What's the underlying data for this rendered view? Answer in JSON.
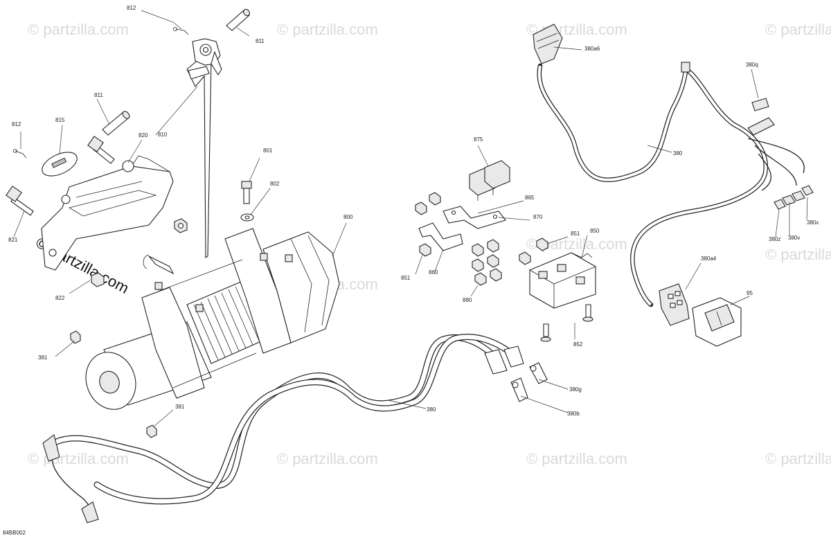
{
  "watermark": {
    "text": "© Partzilla.com",
    "text_lower": "© partzilla.com"
  },
  "diagram_code": "84BB002",
  "callouts": {
    "c812a": "812",
    "c811a": "811",
    "c811b": "811",
    "c815": "815",
    "c812b": "812",
    "c820": "820",
    "c810": "810",
    "c821": "821",
    "c822": "822",
    "c801": "801",
    "c802": "802",
    "c800": "800",
    "c381a": "381",
    "c381b": "381",
    "c875": "875",
    "c865": "865",
    "c870": "870",
    "c851a": "851",
    "c850": "850",
    "c851b": "851",
    "c860": "860",
    "c880": "880",
    "c852": "852",
    "c380a6": "380a6",
    "c380q": "380q",
    "c380a": "380",
    "c380x": "380x",
    "c380v": "380v",
    "c380z": "380z",
    "c380a4": "380a4",
    "c95": "95",
    "c380g": "380g",
    "c380b": "380b",
    "c380c": "380"
  }
}
